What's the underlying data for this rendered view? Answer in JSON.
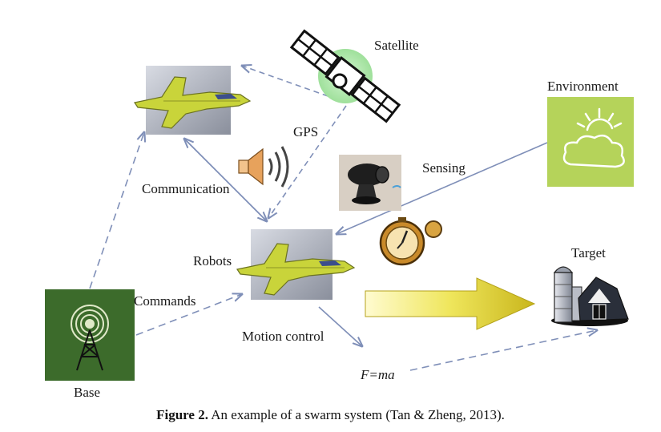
{
  "labels": {
    "satellite": "Satellite",
    "environment": "Environment",
    "gps": "GPS",
    "communication": "Communication",
    "sensing": "Sensing",
    "robots": "Robots",
    "commands": "Commands",
    "motion_control": "Motion control",
    "target": "Target",
    "base": "Base",
    "formula": "F=ma"
  },
  "caption": {
    "prefix": "Figure 2.",
    "text": " An example of a swarm system (Tan & Zheng, 2013)."
  },
  "colors": {
    "arrow": "#7f8fb8",
    "plane": "#c9d43a",
    "environment_bg": "#b5d35a",
    "base_bg": "#3c6b2b",
    "satellite_glow": "#a8e6a6",
    "big_arrow": "#e2d53a"
  },
  "icons": [
    "satellite-icon",
    "jet-icon",
    "speaker-icon",
    "camera-icon",
    "cloud-sun-icon",
    "clock-icon",
    "radio-tower-icon",
    "farm-silo-icon",
    "big-arrow-icon"
  ]
}
